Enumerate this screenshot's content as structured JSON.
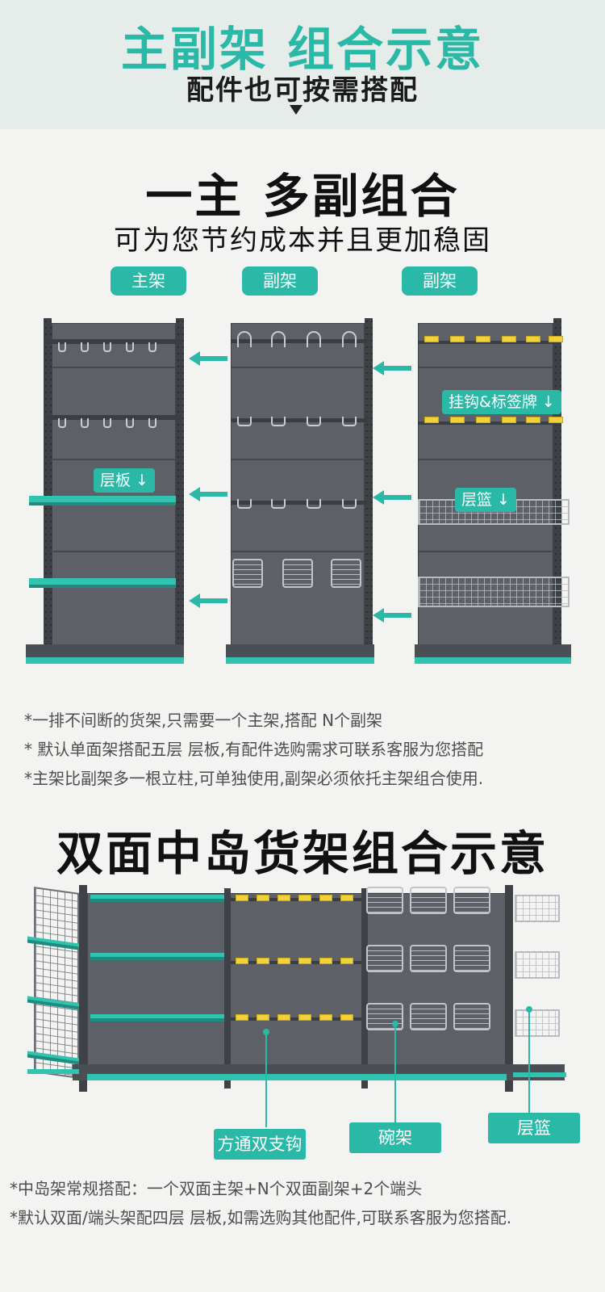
{
  "header": {
    "title": "主副架 组合示意",
    "subtitle": "配件也可按需搭配"
  },
  "section1": {
    "title": "一主 多副组合",
    "subtitle": "可为您节约成本并且更加稳固",
    "labels": {
      "main": "主架",
      "sub1": "副架",
      "sub2": "副架"
    },
    "callouts": {
      "shelf_board": "层板 ↓",
      "hook_tag": "挂钩&标签牌 ↓",
      "basket": "层篮 ↓"
    },
    "notes": [
      "*一排不间断的货架,只需要一个主架,搭配 N个副架",
      "* 默认单面架搭配五层 层板,有配件选购需求可联系客服为您搭配",
      "*主架比副架多一根立柱,可单独使用,副架必须依托主架组合使用."
    ]
  },
  "section2": {
    "title": "双面中岛货架组合示意",
    "tags": {
      "hook": "方通双支钩",
      "bowl": "碗架",
      "basket": "层篮"
    },
    "notes": [
      "*中岛架常规搭配：一个双面主架+N个双面副架+2个端头",
      "*默认双面/端头架配四层 层板,如需选购其他配件,可联系客服为您搭配."
    ]
  },
  "colors": {
    "accent": "#2bb9a7",
    "shelf_gray": "#5d6167",
    "background": "#f3f3f1"
  }
}
